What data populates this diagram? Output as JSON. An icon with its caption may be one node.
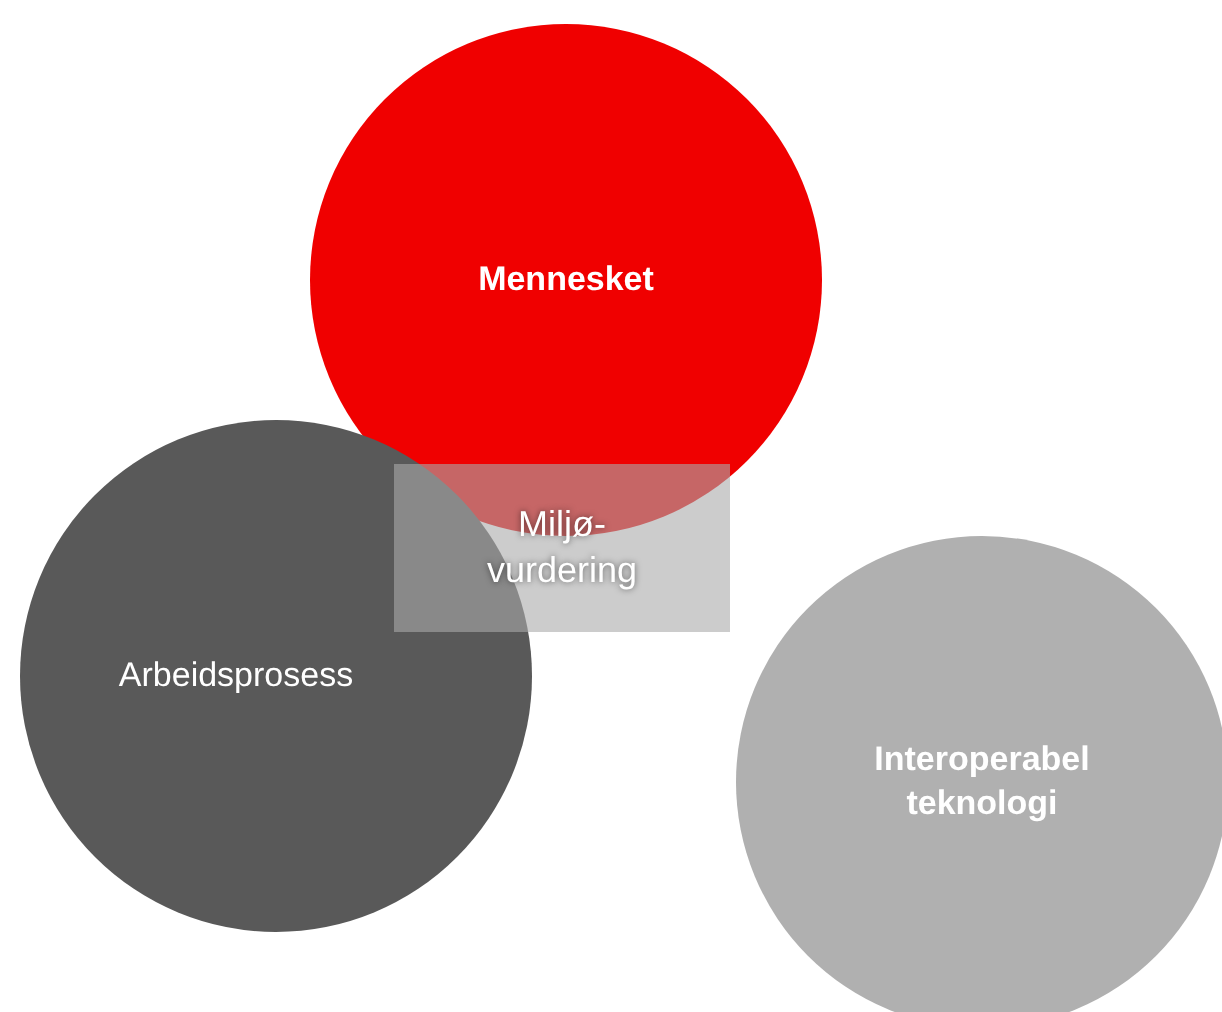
{
  "diagram": {
    "nodes": [
      {
        "text": [
          "Mennesket"
        ]
      },
      {
        "text": [
          "Arbeidsprosess"
        ]
      },
      {
        "text": [
          "Miljø-vurdering"
        ]
      },
      {
        "text": [
          "Interoperabel teknologi"
        ]
      }
    ]
  }
}
